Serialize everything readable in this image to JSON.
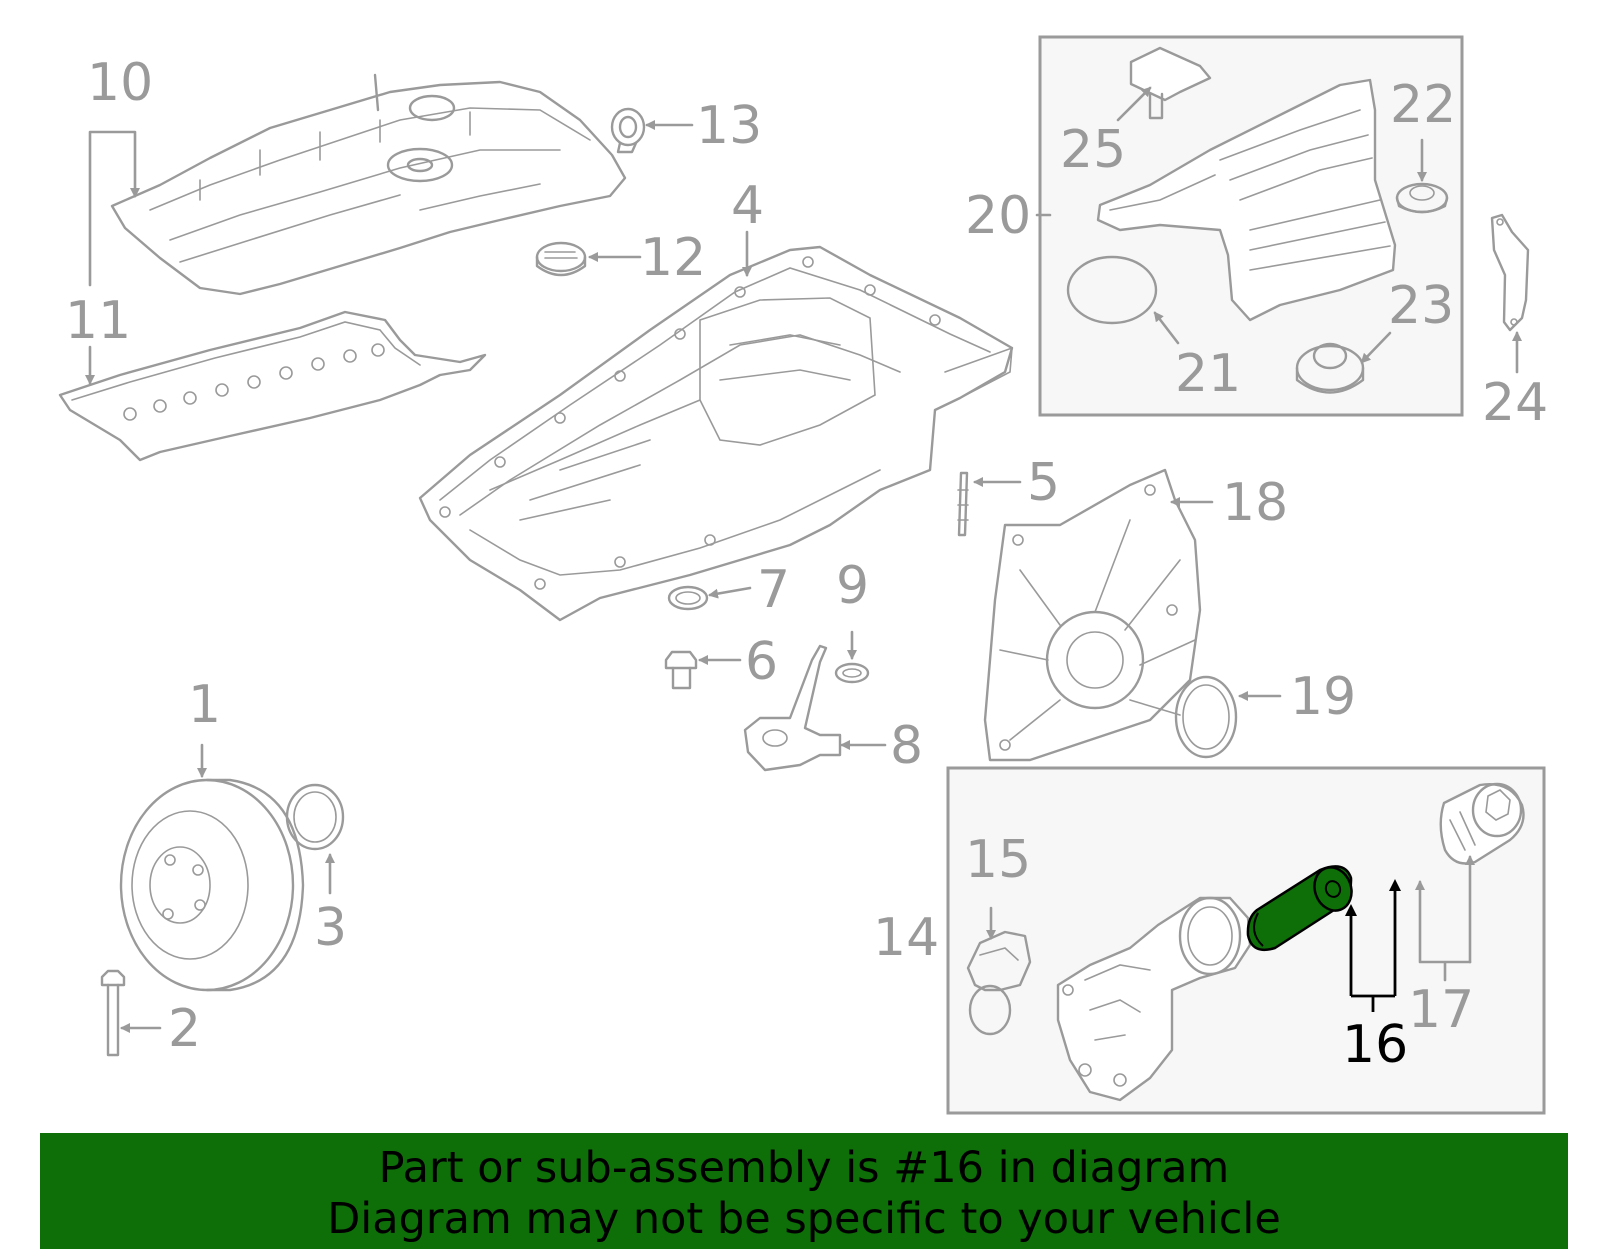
{
  "diagram": {
    "callouts": [
      "1",
      "2",
      "3",
      "4",
      "5",
      "6",
      "7",
      "8",
      "9",
      "10",
      "11",
      "12",
      "13",
      "14",
      "15",
      "16",
      "17",
      "18",
      "19",
      "20",
      "21",
      "22",
      "23",
      "24",
      "25"
    ],
    "highlighted_callout": "16",
    "colors": {
      "highlight": "#0e6e08",
      "banner_bg": "#0e6e08",
      "line": "#9a9a9a",
      "panel_bg": "#f7f7f7"
    }
  },
  "banner": {
    "line1": "Part or sub-assembly is #16 in diagram",
    "line2": "Diagram may not be specific to your vehicle"
  }
}
